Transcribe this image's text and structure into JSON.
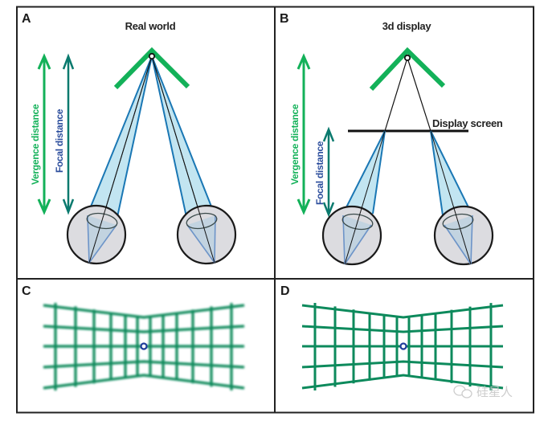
{
  "figure": {
    "panels": [
      {
        "id": "A",
        "letter": "A",
        "title": "Real world"
      },
      {
        "id": "B",
        "letter": "B",
        "title": "3d display",
        "screen_label": "Display screen"
      },
      {
        "id": "C",
        "letter": "C",
        "description": "blurred grid with fixation point"
      },
      {
        "id": "D",
        "letter": "D",
        "description": "sharp grid with fixation point"
      }
    ],
    "labels": {
      "vergence": "Vergence distance",
      "focal": "Focal distance"
    },
    "colors": {
      "green": "#13b159",
      "teal": "#0a7a6e",
      "focal_text": "#2b4d9c",
      "blue_ray": "#1a77b4",
      "cone_fill": "#b7e0ef",
      "eye_fill": "#dcdce0",
      "grid": "#0d8a5c",
      "fixation": "#1f3c9a",
      "border": "#222222"
    },
    "watermark": {
      "icon": "wechat-icon",
      "text": "硅星人"
    }
  }
}
